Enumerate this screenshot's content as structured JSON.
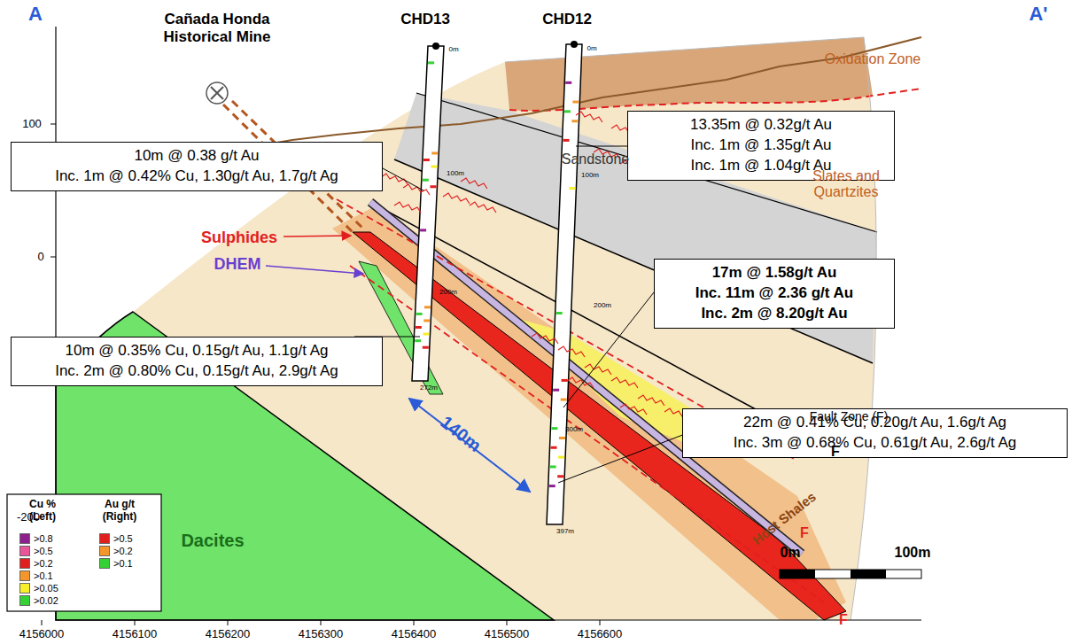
{
  "diagram": {
    "nodes": [
      {
        "text": [
          "10m @ 0.38 g/t Au",
          "Inc. 1m @ 0.42% Cu, 1.30g/t Au, 1.7g/t Ag"
        ]
      },
      {
        "text": [
          "13.35m @ 0.32g/t Au",
          "Inc. 1m @ 1.35g/t Au",
          "Inc. 1m @ 1.04g/t Au"
        ]
      },
      {
        "text": [
          "17m @ 1.58g/t Au",
          "Inc. 11m @ 2.36 g/t Au",
          "Inc. 2m @ 8.20g/t Au"
        ]
      },
      {
        "text": [
          "10m @ 0.35% Cu, 0.15g/t Au, 1.1g/t Ag",
          "Inc. 2m @ 0.80% Cu, 0.15g/t Au, 2.9g/t Ag"
        ]
      },
      {
        "text": [
          "22m @ 0.41% Cu, 0.20g/t Au, 1.6g/t Ag",
          "Inc. 3m @ 0.68% Cu, 0.61g/t Au, 2.6g/t Ag"
        ]
      }
    ],
    "labels": [
      "A",
      "A'",
      "Cañada Honda Historical Mine",
      "CHD13",
      "CHD12",
      "Oxidation Zone",
      "Sandstone",
      "Slates and Quartzites",
      "Sulphides",
      "DHEM",
      "Dacites",
      "Host Shales",
      "Fault Zone (F)",
      "F",
      "F",
      "F",
      "140m",
      "0m",
      "100m",
      "100",
      "0",
      "-200",
      "4156000",
      "4156100",
      "4156200",
      "4156300",
      "4156400",
      "4156500",
      "4156600",
      "0m",
      "100m",
      "200m",
      "272m",
      "0m",
      "100m",
      "200m",
      "300m",
      "397m",
      "Cu % (Left)",
      "Au g/t (Right)"
    ],
    "legend": [
      {
        "text": ">0.8",
        "color": "#8e1f8e"
      },
      {
        "text": ">0.5",
        "color": "#e8559a"
      },
      {
        "text": ">0.2",
        "color": "#e21f1f"
      },
      {
        "text": ">0.1",
        "color": "#f5962a"
      },
      {
        "text": ">0.05",
        "color": "#f7ef2a"
      },
      {
        "text": ">0.02",
        "color": "#34d234"
      },
      {
        "text": ">0.5",
        "color": "#e21f1f"
      },
      {
        "text": ">0.2",
        "color": "#f5962a"
      },
      {
        "text": ">0.1",
        "color": "#34d234"
      }
    ]
  }
}
